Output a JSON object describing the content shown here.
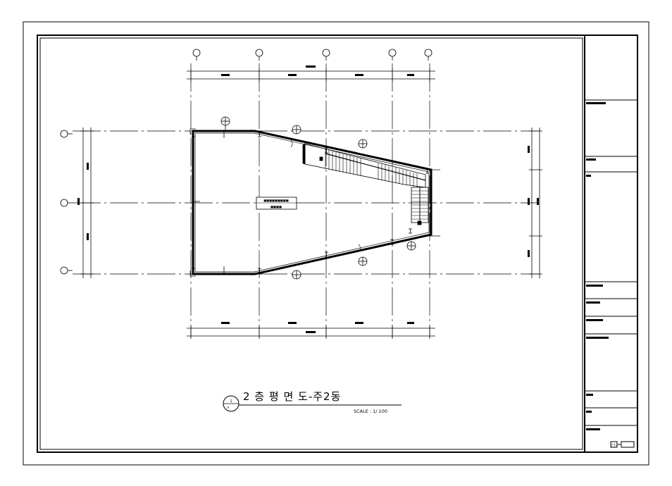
{
  "drawing": {
    "title": "2 층  평  면  도-주2동",
    "scale": "SCALE : 1/ 100",
    "room_label_line1": "■■■■■■■■■",
    "room_label_line2": "■■■■",
    "sheet_no_box": "□-",
    "section_mark_top": "1",
    "section_mark_bottom": "A"
  },
  "colors": {
    "line": "#000000",
    "paper": "#ffffff"
  }
}
